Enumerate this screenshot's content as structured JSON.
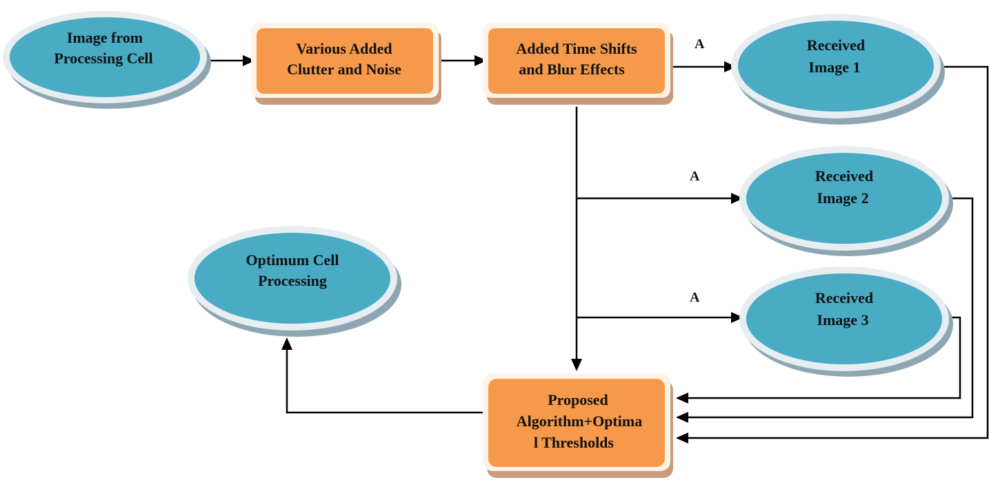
{
  "colors": {
    "ellipse_fill": "#4aabc4",
    "ellipse_rim": "#e6eef2",
    "ellipse_shadow": "#8ea6b2",
    "box_fill": "#f7994a",
    "box_rim": "#fff3e8",
    "box_shadow": "#c89b7c",
    "line": "#000000"
  },
  "nodes": {
    "image_from_cell": {
      "line1": "Image from",
      "line2": "Processing Cell"
    },
    "clutter_noise": {
      "line1": "Various Added",
      "line2": "Clutter and Noise"
    },
    "time_shifts": {
      "line1": "Added Time Shifts",
      "line2": "and Blur Effects"
    },
    "received_1": {
      "line1": "Received",
      "line2": "Image 1"
    },
    "received_2": {
      "line1": "Received",
      "line2": "Image 2"
    },
    "received_3": {
      "line1": "Received",
      "line2": "Image 3"
    },
    "optimum": {
      "line1": "Optimum Cell",
      "line2": "Processing"
    },
    "proposed": {
      "line1": "Proposed",
      "line2": "Algorithm+Optima",
      "line3": "l Thresholds"
    }
  },
  "edge_labels": {
    "a1": "A",
    "a2": "A",
    "a3": "A"
  }
}
